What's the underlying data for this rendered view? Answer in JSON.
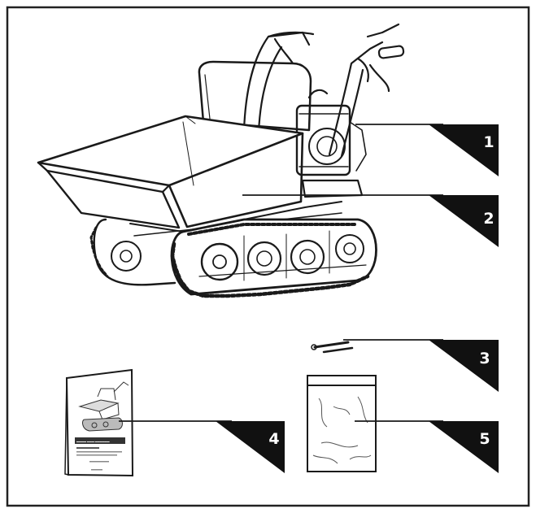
{
  "frame": {
    "border_color": "#222222",
    "background": "#ffffff"
  },
  "callouts": [
    {
      "number": "1",
      "part": "machine"
    },
    {
      "number": "2",
      "part": "machine"
    },
    {
      "number": "3",
      "part": "key"
    },
    {
      "number": "4",
      "part": "manual"
    },
    {
      "number": "5",
      "part": "bag"
    }
  ],
  "colors": {
    "ink": "#1a1a1a",
    "tab": "#111111",
    "number": "#ffffff"
  },
  "icons": [
    "tracked-dumper-illustration",
    "key-icon",
    "manual-booklet-icon",
    "plastic-bag-icon"
  ]
}
